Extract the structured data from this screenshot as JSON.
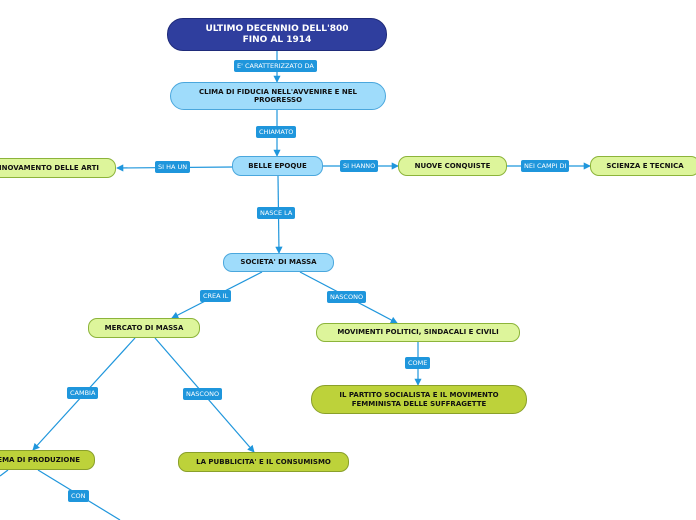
{
  "nodes": {
    "root": "ULTIMO DECENNIO DELL'800\nFINO AL 1914",
    "clima": "CLIMA DI FIDUCIA NELL'AVVENIRE E NEL PROGRESSO",
    "belle_epoque": "BELLE EPOQUE",
    "rinnovamento": "RINNOVAMENTO DELLE ARTI",
    "nuove_conquiste": "NUOVE CONQUISTE",
    "scienza": "SCIENZA E TECNICA",
    "societa": "SOCIETA' DI MASSA",
    "mercato": "MERCATO DI MASSA",
    "movimenti": "MOVIMENTI POLITICI, SINDACALI E CIVILI",
    "partito": "IL PARTITO SOCIALISTA E IL MOVIMENTO FEMMINISTA DELLE SUFFRAGETTE",
    "sistema": "SISTEMA DI PRODUZIONE",
    "pubblicita": "LA PUBBLICITA' E IL CONSUMISMO"
  },
  "links": {
    "caratterizzato": "E' CARATTERIZZATO DA",
    "chiamato": "CHIAMATO",
    "si_ha_un": "SI HA UN",
    "si_hanno": "SI HANNO",
    "nei_campi_di": "NEI CAMPI DI",
    "nasce_la": "NASCE LA",
    "crea_il": "CREA IL",
    "nascono_1": "NASCONO",
    "come": "COME",
    "cambia": "CAMBIA",
    "nascono_2": "NASCONO",
    "con": "CON"
  },
  "colors": {
    "connector": "#1f96dc",
    "root_fill": "#2f3e9e",
    "blue_fill": "#9fdcfb",
    "green_fill": "#ddf59b",
    "olive_fill": "#bdd23a"
  }
}
